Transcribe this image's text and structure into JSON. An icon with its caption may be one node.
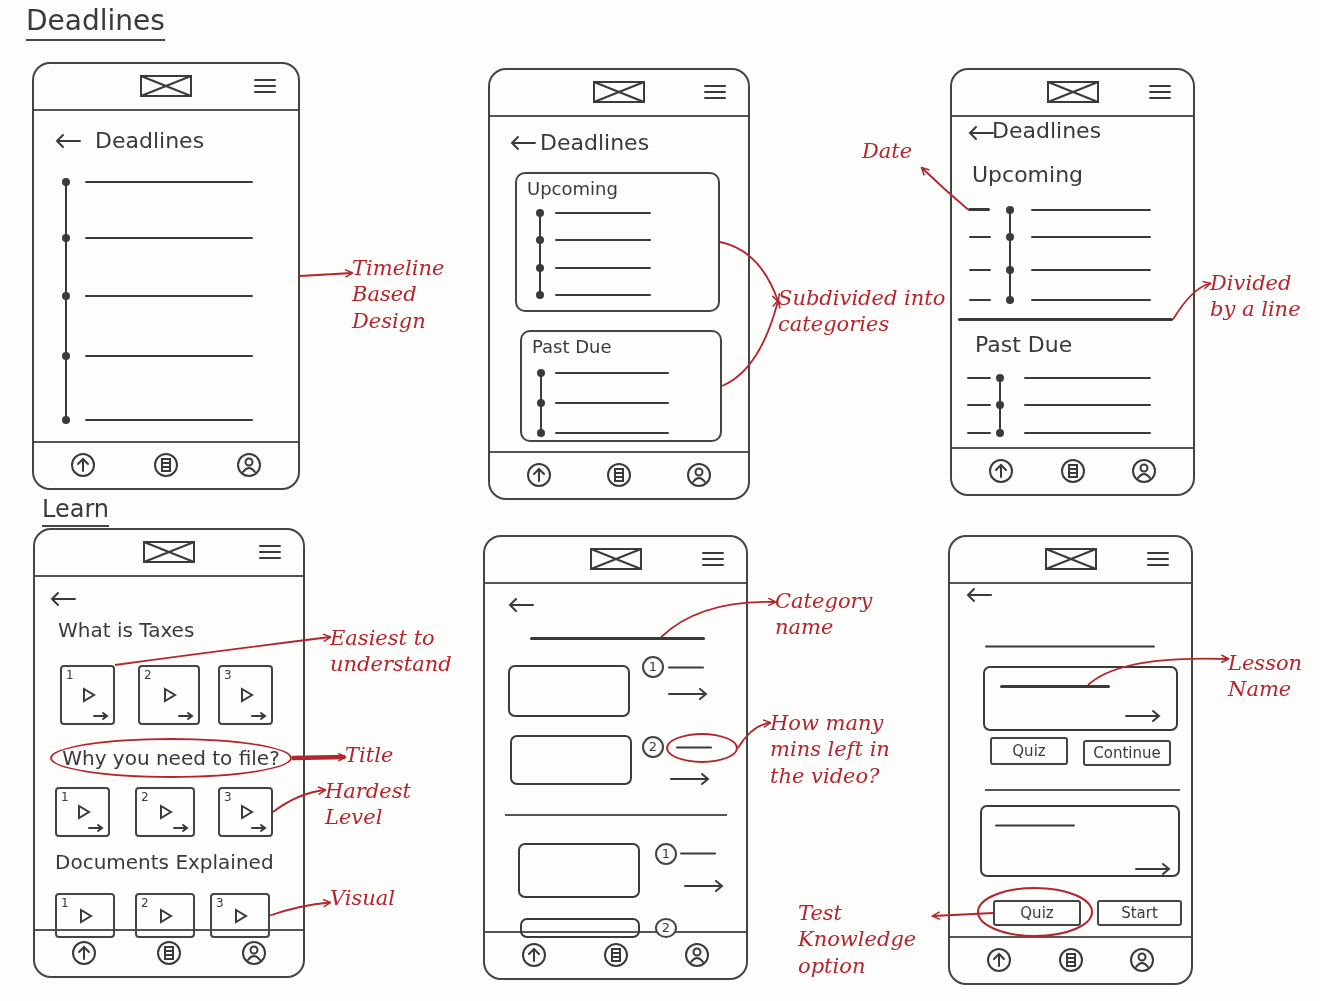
{
  "diagram": {
    "nodes": [
      {
        "text": [
          "Deadlines"
        ]
      },
      {
        "text": [
          "Timeline Based Design"
        ]
      },
      {
        "text": [
          "Deadlines"
        ]
      },
      {
        "text": [
          "Upcoming"
        ],
        "in": 2
      },
      {
        "text": [
          "Past Due"
        ],
        "in": 2
      },
      {
        "text": [
          "Subdivided into categories"
        ]
      },
      {
        "text": [
          "Deadlines",
          "Upcoming",
          "Past Due"
        ]
      },
      {
        "text": [],
        "shape": "bar",
        "in": 6
      },
      {
        "text": [
          "Date"
        ]
      },
      {
        "text": [],
        "shape": "bar",
        "in": 6
      },
      {
        "text": [
          "Divided by a line"
        ]
      },
      {
        "text": [
          "What is Taxes",
          "Documents Explained"
        ]
      },
      {
        "text": [
          "1"
        ],
        "in": 11
      },
      {
        "text": [
          "2"
        ],
        "in": 11
      },
      {
        "text": [
          "3"
        ],
        "in": 11
      },
      {
        "text": [
          "Why you need to file?"
        ],
        "in": 11
      },
      {
        "text": [
          "1"
        ],
        "in": 11
      },
      {
        "text": [
          "2"
        ],
        "in": 11
      },
      {
        "text": [
          "3"
        ],
        "in": 11
      },
      {
        "text": [
          "1"
        ],
        "in": 11
      },
      {
        "text": [
          "2"
        ],
        "in": 11
      },
      {
        "text": [
          "3"
        ],
        "in": 11
      },
      {
        "text": [
          "Easiest to understand"
        ]
      },
      {
        "text": [
          "Title"
        ]
      },
      {
        "text": [
          "Hardest Level"
        ]
      },
      {
        "text": [
          "Visual"
        ]
      },
      {
        "text": [],
        "shape": "box"
      },
      {
        "text": [],
        "shape": "bar",
        "in": 26
      },
      {
        "text": [
          "1"
        ],
        "in": 26
      },
      {
        "text": [
          "2"
        ],
        "in": 26
      },
      {
        "text": [],
        "shape": "circle",
        "in": 26
      },
      {
        "text": [
          "1"
        ],
        "in": 26
      },
      {
        "text": [
          "2"
        ],
        "in": 26
      },
      {
        "text": [
          "Category name"
        ]
      },
      {
        "text": [
          "How many mins left in the video?"
        ]
      },
      {
        "text": [],
        "shape": "box"
      },
      {
        "text": [],
        "shape": "bar",
        "in": 35
      },
      {
        "text": [
          "Quiz"
        ],
        "in": 35
      },
      {
        "text": [
          "Continue"
        ],
        "in": 35
      },
      {
        "text": [
          "Quiz"
        ],
        "in": 35
      },
      {
        "text": [
          "Start"
        ],
        "in": 35
      },
      {
        "text": [
          "Lesson Name"
        ]
      },
      {
        "text": [
          "Test Knowledge option"
        ]
      }
    ],
    "edges": [
      {
        "from": 0,
        "to": 1,
        "arrow": "to"
      },
      {
        "from": 3,
        "to": 5,
        "arrow": "to"
      },
      {
        "from": 4,
        "to": 5,
        "arrow": "to"
      },
      {
        "from": 7,
        "to": 8,
        "arrow": "to"
      },
      {
        "from": 9,
        "to": 10,
        "arrow": "to"
      },
      {
        "from": 12,
        "to": 22,
        "arrow": "to"
      },
      {
        "from": 15,
        "to": 23,
        "arrow": "to",
        "style": "thick"
      },
      {
        "from": 18,
        "to": 24,
        "arrow": "to"
      },
      {
        "from": 21,
        "to": 25,
        "arrow": "to"
      },
      {
        "from": 27,
        "to": 33,
        "arrow": "to"
      },
      {
        "from": 30,
        "to": 34,
        "arrow": "to"
      },
      {
        "from": 36,
        "to": 41,
        "arrow": "to"
      },
      {
        "from": 39,
        "to": 42,
        "arrow": "to"
      }
    ],
    "labels": [
      "Deadlines",
      "Learn"
    ]
  }
}
